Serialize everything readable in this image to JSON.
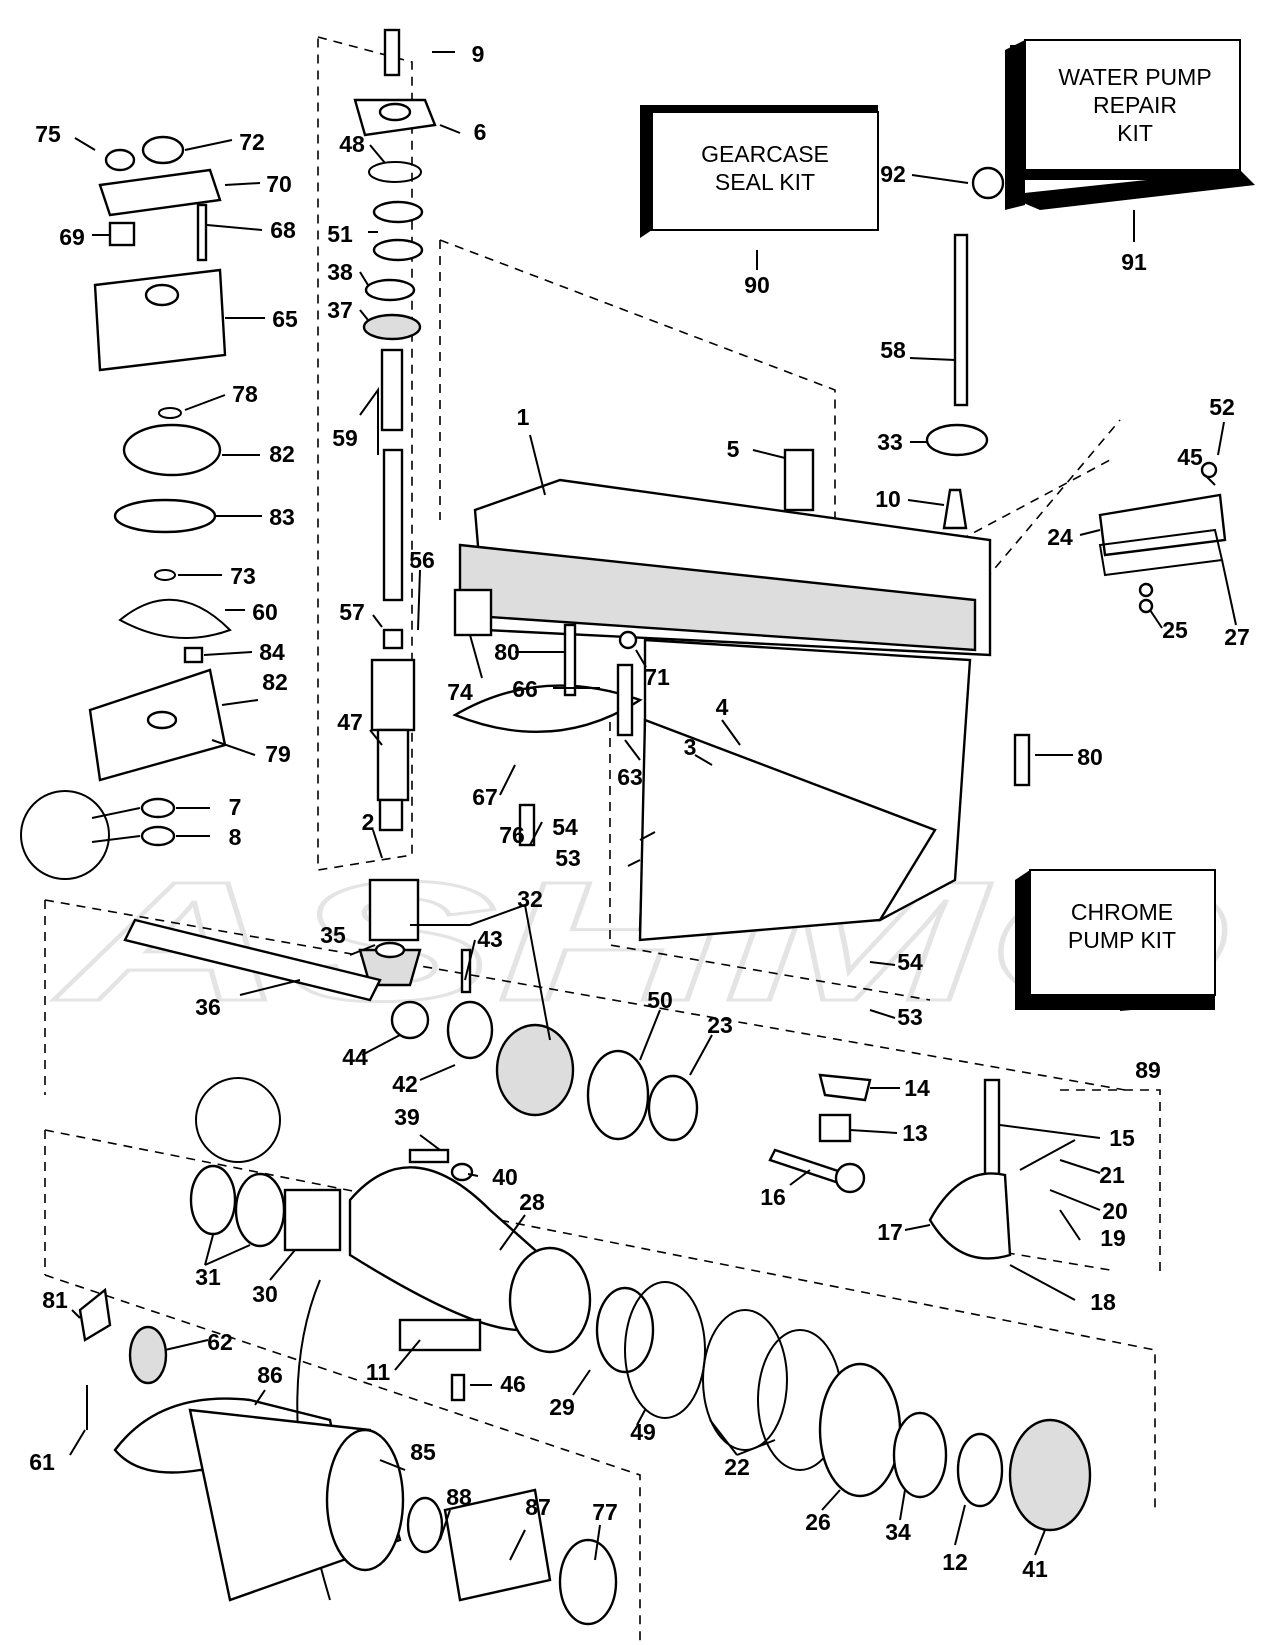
{
  "kits": [
    {
      "id": "kit-gearcase-seal",
      "lines": [
        "GEARCASE",
        "SEAL KIT"
      ],
      "ref": "90"
    },
    {
      "id": "kit-water-pump-repair",
      "lines": [
        "WATER PUMP",
        "REPAIR",
        "KIT"
      ],
      "ref": "91"
    },
    {
      "id": "kit-chrome-pump",
      "lines": [
        "CHROME",
        "PUMP KIT"
      ],
      "ref": "89"
    }
  ],
  "watermark": "ASHMO",
  "callouts": [
    "9",
    "6",
    "48",
    "51",
    "38",
    "37",
    "59",
    "56",
    "57",
    "47",
    "2",
    "75",
    "72",
    "70",
    "69",
    "68",
    "65",
    "78",
    "82",
    "83",
    "73",
    "60",
    "84",
    "82",
    "79",
    "7",
    "8",
    "1",
    "5",
    "92",
    "58",
    "33",
    "10",
    "52",
    "45",
    "24",
    "25",
    "27",
    "74",
    "80",
    "71",
    "66",
    "4",
    "3",
    "63",
    "67",
    "76",
    "54",
    "53",
    "80",
    "54",
    "53",
    "35",
    "32",
    "43",
    "36",
    "44",
    "42",
    "50",
    "23",
    "14",
    "13",
    "15",
    "21",
    "20",
    "19",
    "17",
    "18",
    "16",
    "39",
    "40",
    "28",
    "31",
    "30",
    "11",
    "46",
    "29",
    "49",
    "22",
    "26",
    "34",
    "12",
    "41",
    "81",
    "62",
    "86",
    "61",
    "85",
    "88",
    "87",
    "77"
  ]
}
